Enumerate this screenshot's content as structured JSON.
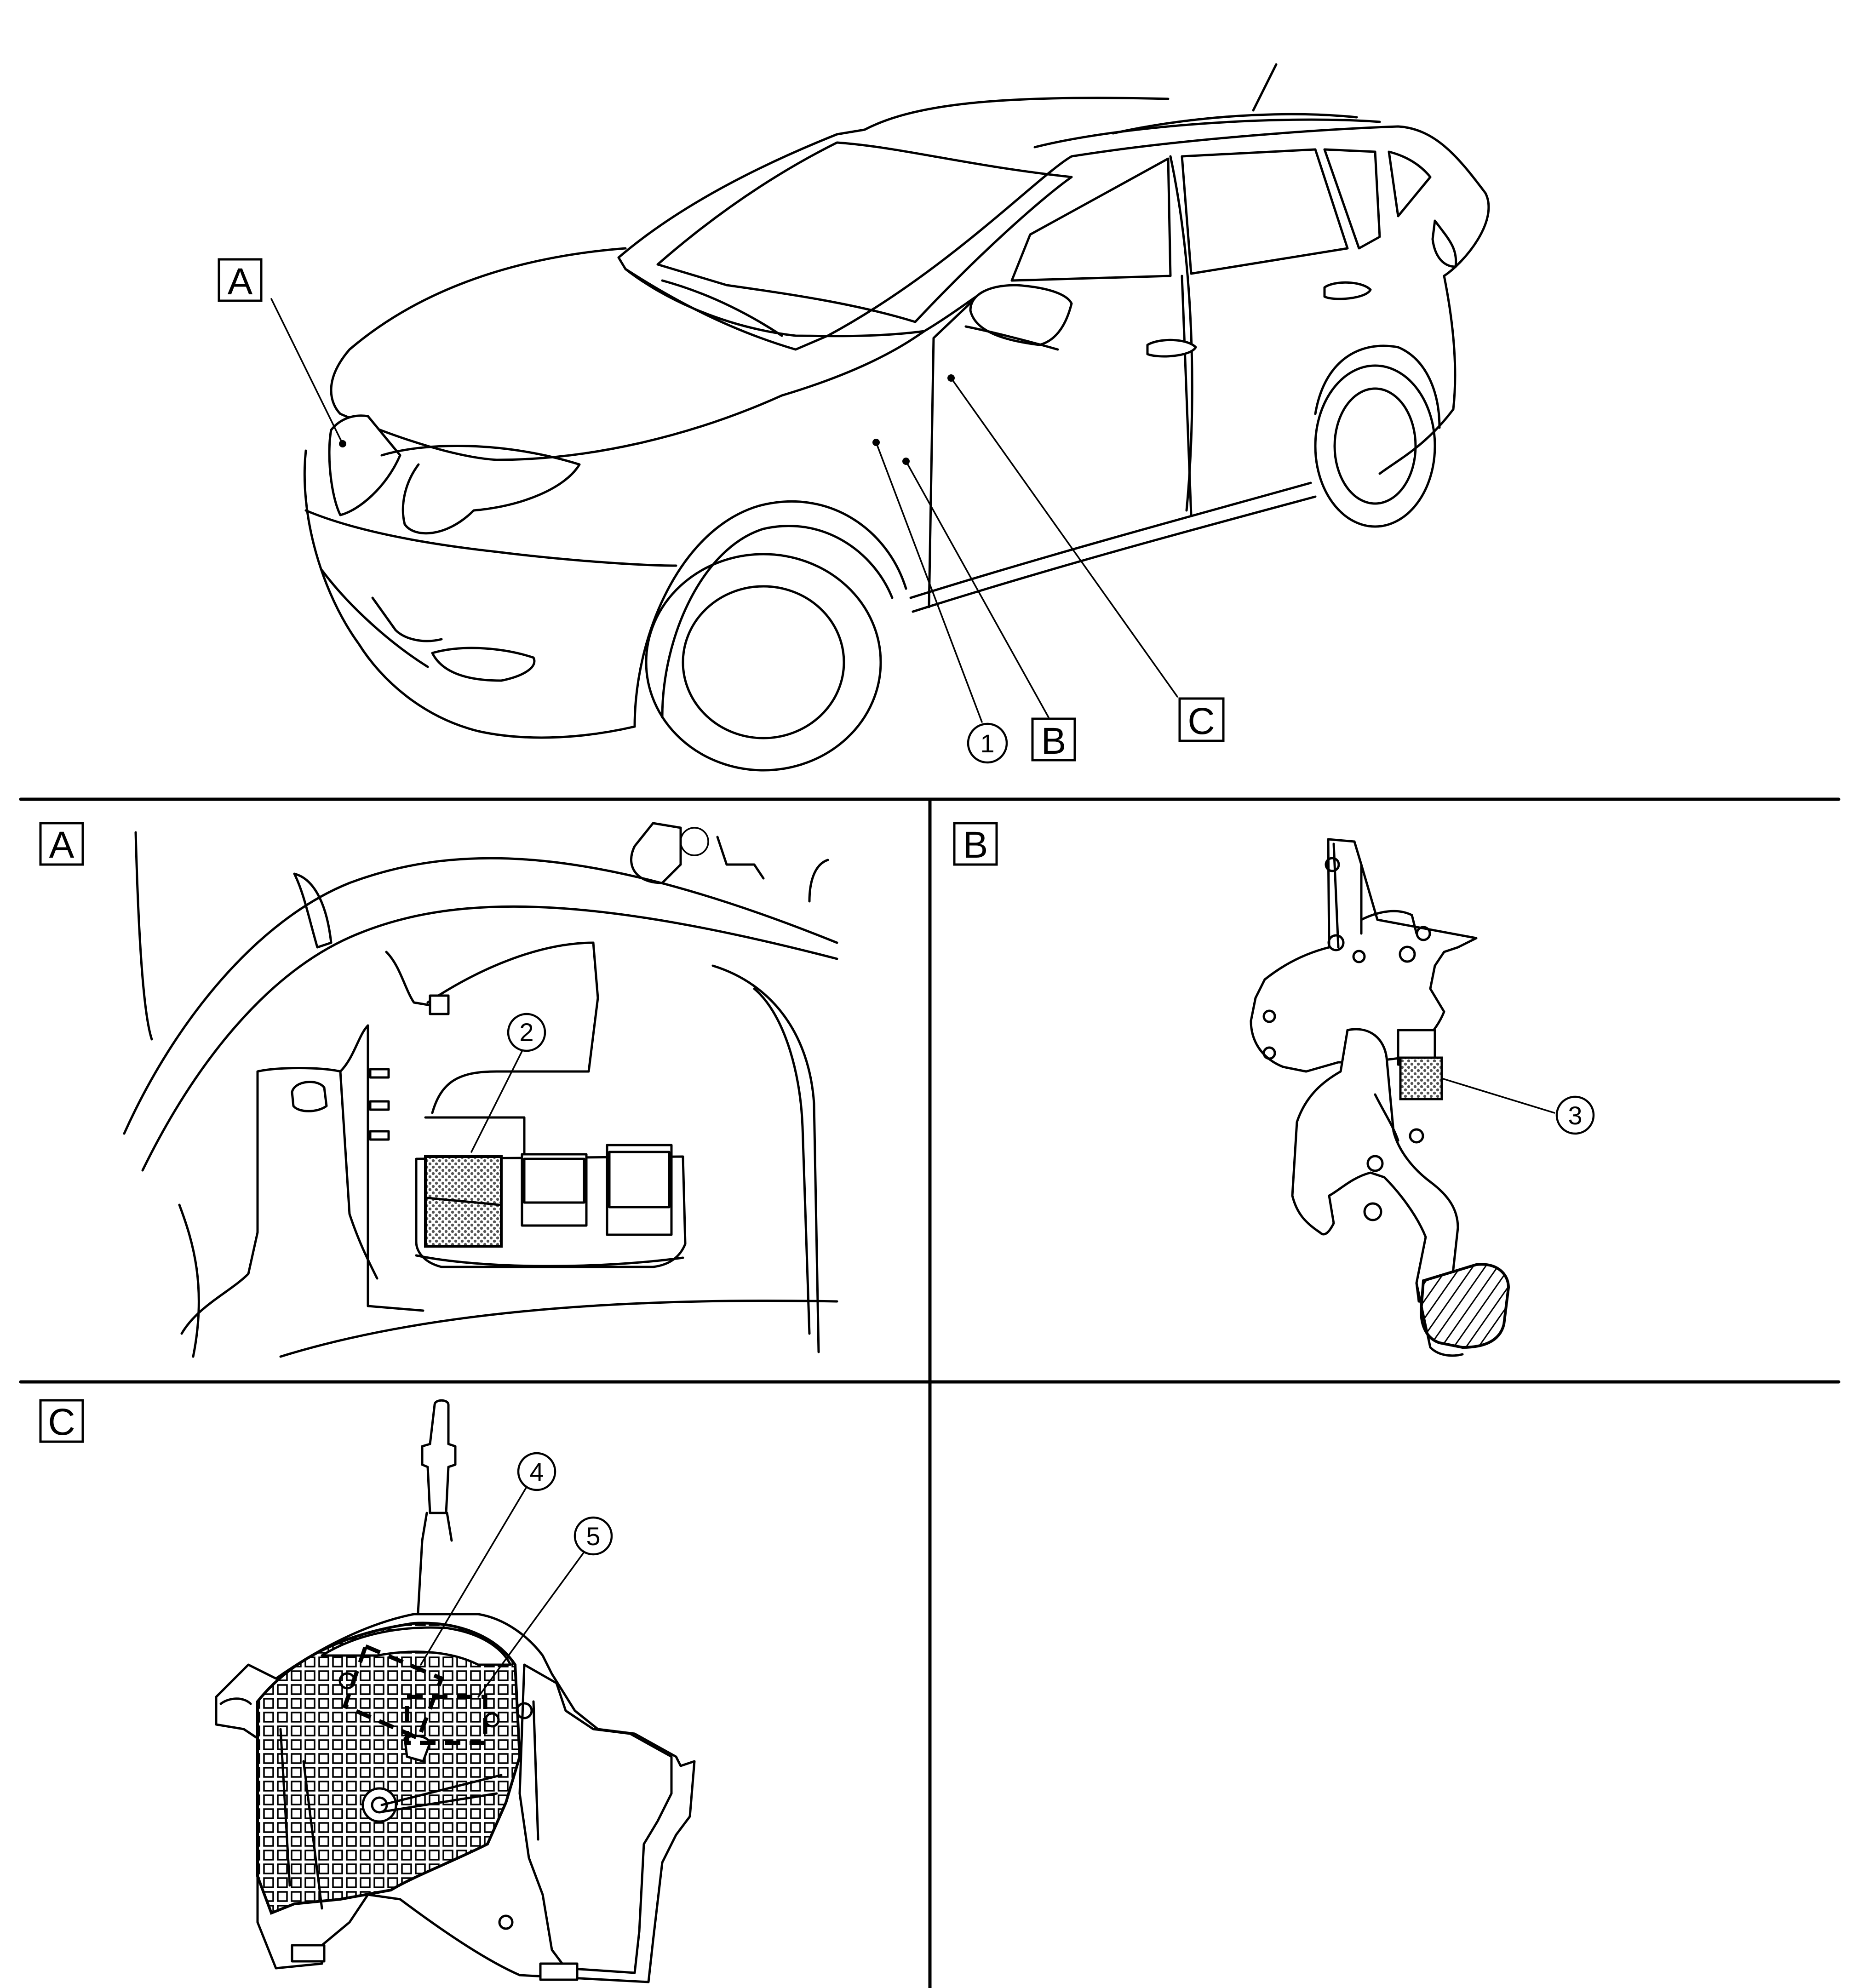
{
  "views": {
    "A": "A",
    "B": "B",
    "C": "C"
  },
  "callouts": {
    "c1": "1",
    "c2": "2",
    "c3": "3",
    "c4": "4",
    "c5": "5"
  },
  "vehicle_labels": {
    "A": "A",
    "B": "B",
    "C": "C"
  },
  "colors": {
    "line": "#000000",
    "background": "#ffffff",
    "stipple": "#555555"
  }
}
